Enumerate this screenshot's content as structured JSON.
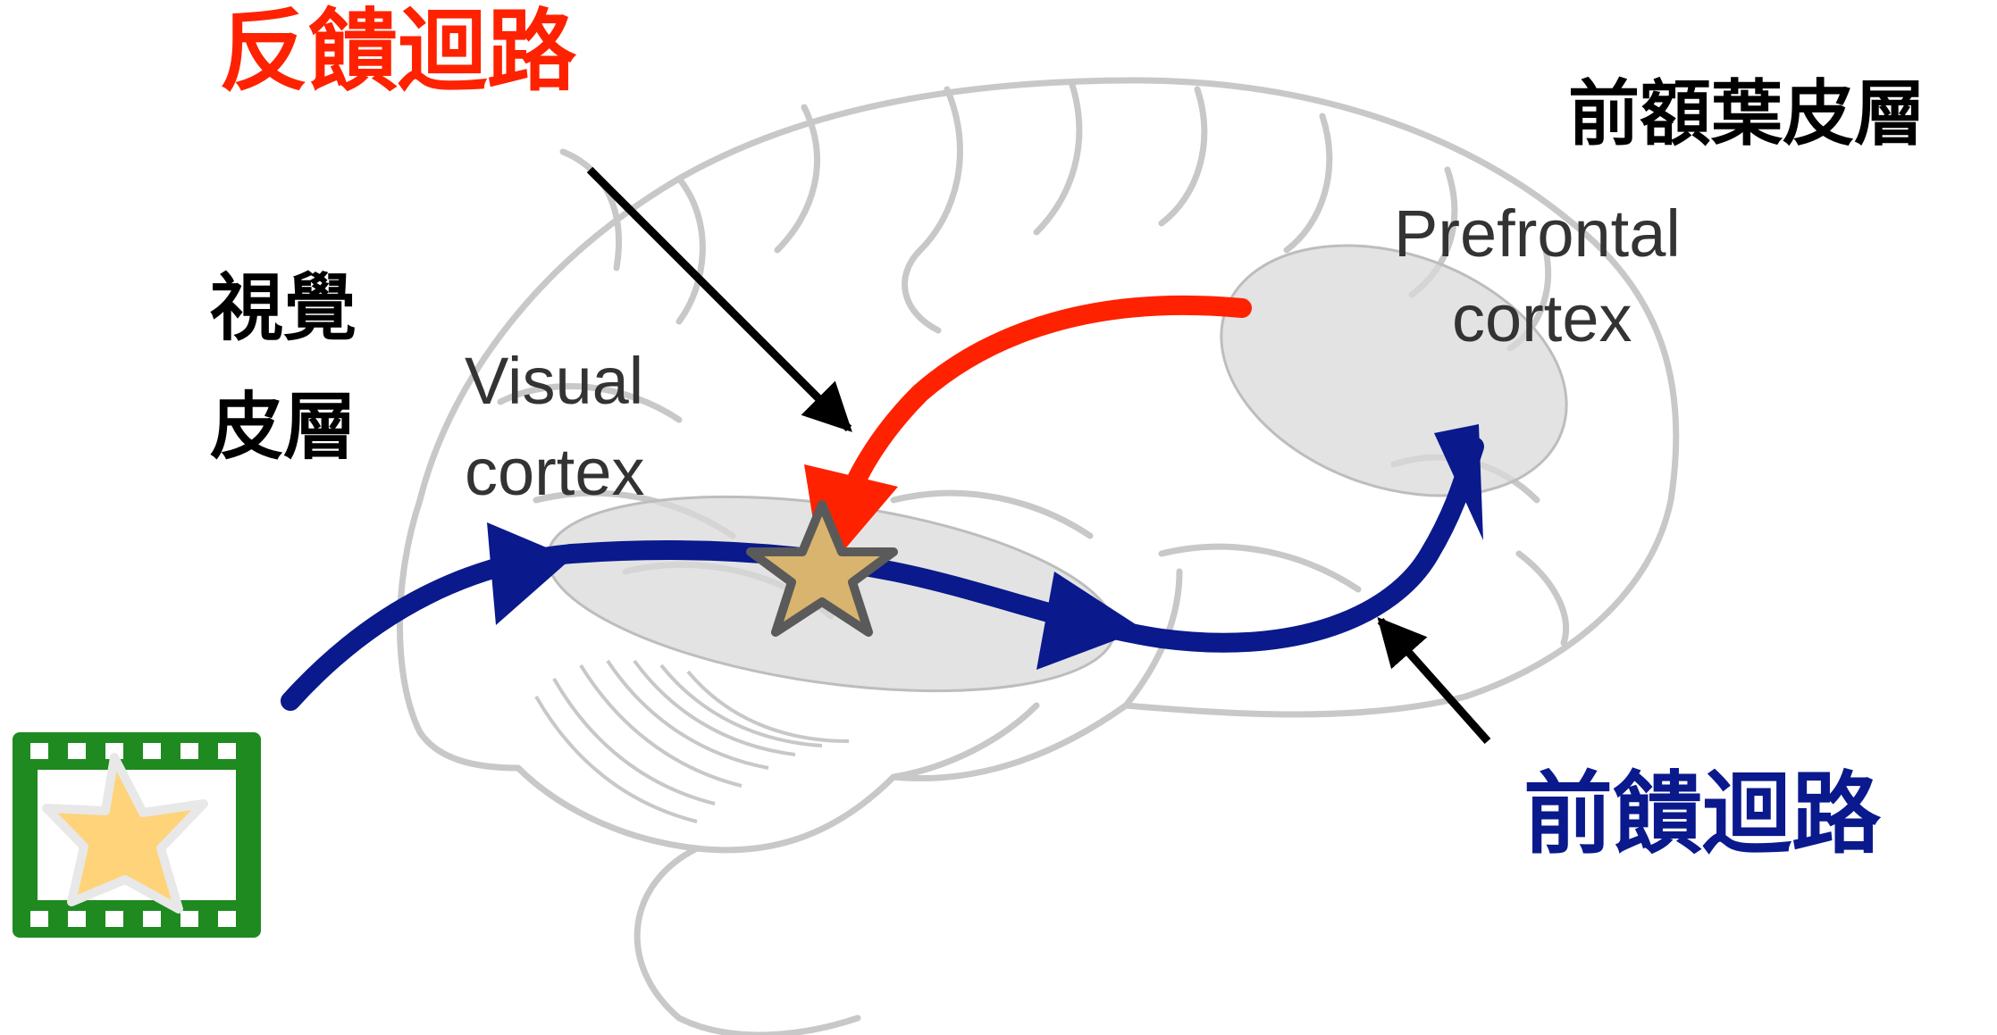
{
  "labels": {
    "feedback_zh": "反饋迴路",
    "prefrontal_zh": "前額葉皮層",
    "prefrontal_en_line1": "Prefrontal",
    "prefrontal_en_line2": "cortex",
    "visual_zh_line1": "視覺",
    "visual_zh_line2": "皮層",
    "visual_en_line1": "Visual",
    "visual_en_line2": "cortex",
    "feedforward_zh": "前饋迴路"
  },
  "colors": {
    "feedback": "#ff2200",
    "feedforward": "#0a1a8c",
    "pointer": "#000000",
    "brain_outline": "#c8c8c8",
    "region_fill": "#d9d9d9",
    "star_fill": "#d9b46e",
    "star_outline": "#5a5a5a",
    "film_frame": "#1f8a1f",
    "film_star": "#ffd37a"
  },
  "icons": {
    "brain": "brain-outline-icon",
    "stimulus": "film-strip-star-icon",
    "focus": "star-icon"
  }
}
